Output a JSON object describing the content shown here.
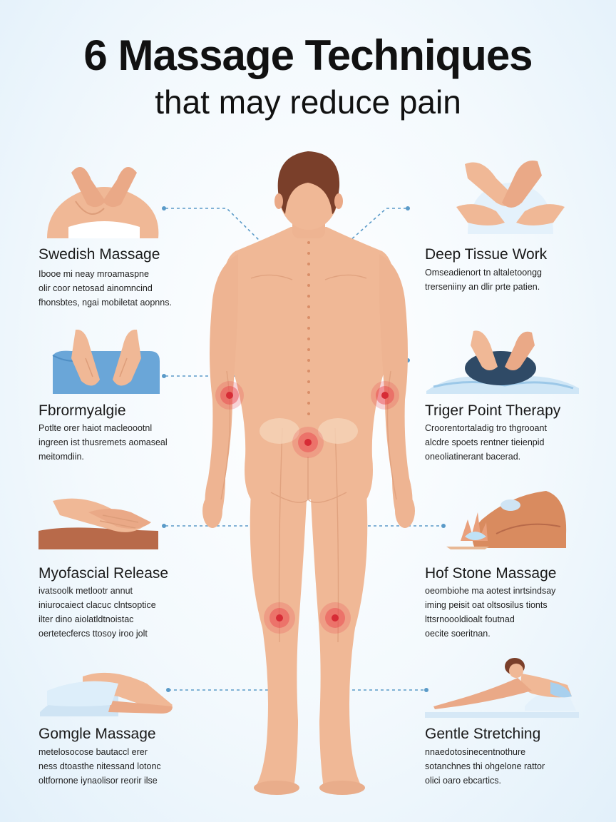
{
  "title": "6 Massage Techniques",
  "subtitle": "that may reduce pain",
  "colors": {
    "skin": "#f0b896",
    "skin_shade": "#e3a47f",
    "hair": "#7a3f2a",
    "pain_point": "#e8414a",
    "connector": "#5a9ac8",
    "towel_blue": "#6aa6d8"
  },
  "techniques": {
    "left": [
      {
        "name": "Swedish Massage",
        "desc": [
          "Ibooe mi neay mroamaspne",
          "olir coor netosad ainomncind",
          "fhonsbtes, ngai mobiletat aopnns."
        ],
        "icon": "hands-on-shoulders-icon"
      },
      {
        "name": "Fbrormyalgie",
        "desc": [
          "Potlte orer haiot macleoootnl",
          "ingreen ist thusremets aomaseal",
          "meitomdiin."
        ],
        "icon": "hands-on-towel-icon"
      },
      {
        "name": "Myofascial Release",
        "desc": [
          "ivatsoolk metlootr annut",
          "iniurocaiect clacuc clntsoptice",
          "ilter dino aiolatldtnoistac",
          "oertetecfercs ttosoy iroo jolt"
        ],
        "icon": "hands-on-forearm-icon"
      },
      {
        "name": "Gomgle Massage",
        "desc": [
          "metelosocose bautaccl erer",
          "ness dtoasthe nitessand lotonc",
          "oltfornone iynaolisor reorir ilse"
        ],
        "icon": "lying-person-icon"
      }
    ],
    "right": [
      {
        "name": "Deep Tissue Work",
        "desc": [
          "Omseadienort tn altaletoongg",
          "trerseniiny an dlir prte patien."
        ],
        "icon": "deep-tissue-hands-icon"
      },
      {
        "name": "Triger Point Therapy",
        "desc": [
          "Croorentortaladig tro thgrooant",
          "alcdre spoets rentner tieienpid",
          "oneoliatinerant bacerad."
        ],
        "icon": "trigger-point-stone-icon"
      },
      {
        "name": "Hof Stone Massage",
        "desc": [
          "oeombiohe ma aotest inrtsindsay",
          "iming peisit oat oltsosilus tionts",
          "lttsrnoooldioalt foutnad",
          "oecite soeritnan."
        ],
        "icon": "hot-stone-back-icon"
      },
      {
        "name": "Gentle Stretching",
        "desc": [
          "nnaedotosinecentnothure",
          "sotanchnes thi ohgelone rattor",
          "olici oaro ebcartics."
        ],
        "icon": "stretching-person-icon"
      }
    ]
  }
}
